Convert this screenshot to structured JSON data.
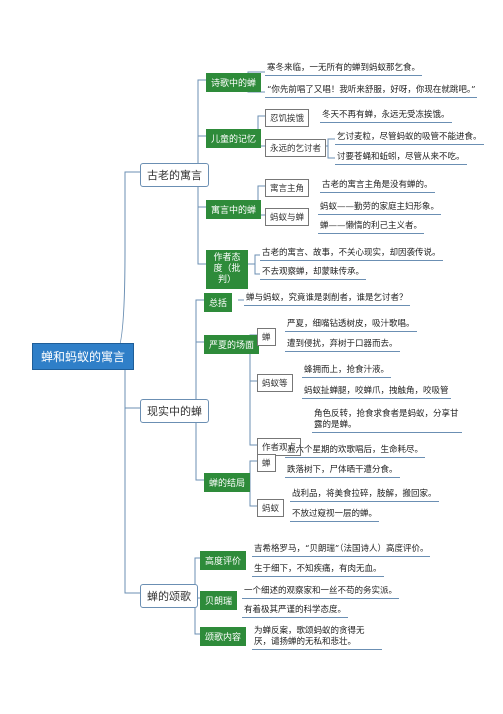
{
  "root": "蝉和蚂蚁的寓言",
  "branches": {
    "ancient": {
      "label": "古老的寓言",
      "poetry": {
        "label": "诗歌中的蝉",
        "leaf1": "寒冬来临，一无所有的蝉到蚂蚁那乞食。",
        "leaf2": "“你先前唱了又唱！我听来舒服，好呀，你现在就跳吧。”"
      },
      "childhood": {
        "label": "儿童的记忆",
        "sub1": "忍饥挨饿",
        "sub1_leaf": "冬天不再有蝉，永远无受冻挨饿。",
        "sub2": "永远的乞讨者",
        "sub2_leaf1": "乞讨麦粒，尽管蚂蚁的吸管不能进食。",
        "sub2_leaf2": "讨要苍蝇和蚯蚓，尽管从来不吃。"
      },
      "fable": {
        "label": "寓言中的蝉",
        "sub1": "寓言主角",
        "sub1_leaf": "古老的寓言主角是没有蝉的。",
        "sub2": "蚂蚁与蝉",
        "sub2_leaf1": "蚂蚁——勤劳的家庭主妇形象。",
        "sub2_leaf2": "蝉——懒惰的利己主义者。"
      },
      "attitude": {
        "label": "作者态度（批判）",
        "leaf1": "古老的寓言、故事，不关心现实，却因袭传说。",
        "leaf2": "不去观察蝉，却蒙昧传承。"
      }
    },
    "reality": {
      "label": "现实中的蝉",
      "overview": {
        "label": "总括",
        "leaf": "蝉与蚂蚁，究竟谁是剥削者，谁是乞讨者？"
      },
      "scene": {
        "label": "严夏的场面",
        "cicada": "蝉",
        "cicada_leaf1": "严夏，细嘴钻透树皮，吸汁歌唱。",
        "cicada_leaf2": "遭到侵扰，弃树于口器而去。",
        "ant": "蚂蚁等",
        "ant_leaf1": "蜂拥而上，抢食汁液。",
        "ant_leaf2": "蚂蚁扯蝉腿，咬蝉爪，拽触角，咬吸管",
        "view": "作者观点",
        "view_leaf": "角色反转，抢食求食者是蚂蚁，分享甘露的是蝉。"
      },
      "end": {
        "label": "蝉的结局",
        "cicada": "蝉",
        "cicada_leaf1": "五六个星期的欢歌唱后，生命耗尽。",
        "cicada_leaf2": "跌落树下，尸体晒干遭分食。",
        "ant": "蚂蚁",
        "ant_leaf1": "战利品，将美食拉碎，肢解，搬回家。",
        "ant_leaf2": "不放过窥视一层的蝉。"
      }
    },
    "praise": {
      "label": "蝉的颂歌",
      "eval": {
        "label": "高度评价",
        "leaf1": "吉希格罗马，“贝朗瑞”（法国诗人）高度评价。",
        "leaf2": "生于细下，不知疾痛，有肉无血。"
      },
      "berange": {
        "label": "贝朗瑞",
        "leaf1": "一个细述的观察家和一丝不苟的务实派。",
        "leaf2": "有着极其严谨的科学态度。"
      },
      "content": {
        "label": "颂歌内容",
        "leaf": "为蝉反案，歌颂蚂蚁的贪得无厌，谴扬蝉的无私和悲壮。"
      }
    }
  }
}
